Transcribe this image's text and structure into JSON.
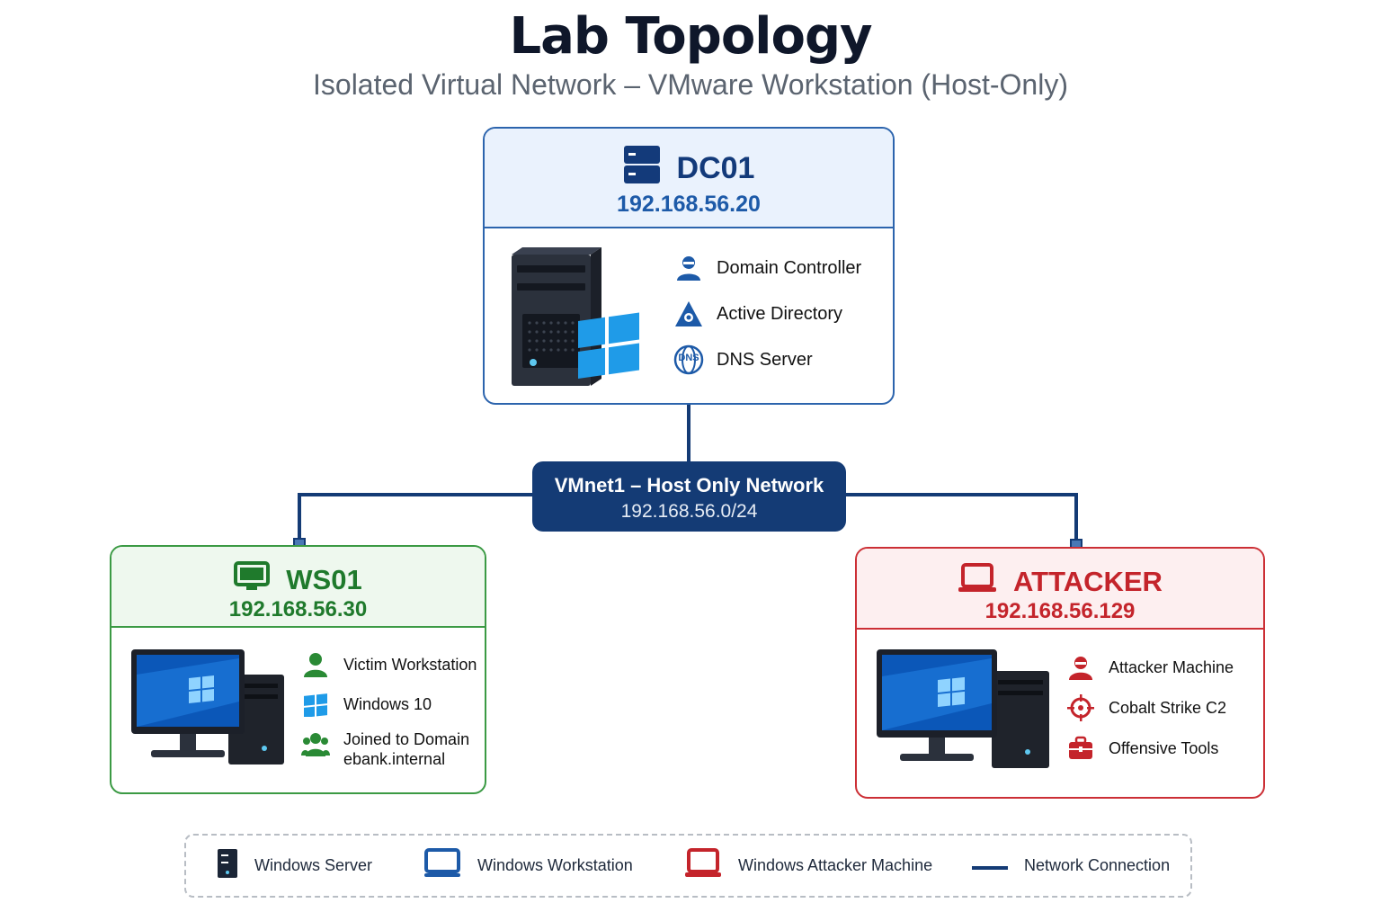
{
  "header": {
    "title": "Lab Topology",
    "subtitle": "Isolated Virtual Network – VMware Workstation (Host-Only)"
  },
  "network": {
    "title": "VMnet1 – Host Only Network",
    "subnet": "192.168.56.0/24",
    "color": "#143b75"
  },
  "nodes": {
    "dc01": {
      "name": "DC01",
      "ip": "192.168.56.20",
      "color": "#2c64ad",
      "icon": "server-icon",
      "features": [
        {
          "label": "Domain Controller",
          "icon": "admin-user-icon"
        },
        {
          "label": "Active Directory",
          "icon": "active-directory-icon"
        },
        {
          "label": "DNS Server",
          "icon": "dns-globe-icon",
          "icon_text": "DNS"
        }
      ]
    },
    "ws01": {
      "name": "WS01",
      "ip": "192.168.56.30",
      "color": "#3b9a44",
      "icon": "monitor-icon",
      "features": [
        {
          "label": "Victim Workstation",
          "icon": "user-icon"
        },
        {
          "label": "Windows 10",
          "icon": "windows-logo-icon"
        },
        {
          "label": "Joined to Domain",
          "label2": "ebank.internal",
          "icon": "users-group-icon"
        }
      ]
    },
    "attacker": {
      "name": "ATTACKER",
      "ip": "192.168.56.129",
      "color": "#cc2f35",
      "icon": "laptop-icon",
      "features": [
        {
          "label": "Attacker Machine",
          "icon": "hacker-icon"
        },
        {
          "label": "Cobalt Strike C2",
          "icon": "crosshair-icon"
        },
        {
          "label": "Offensive Tools",
          "icon": "toolbox-icon"
        }
      ]
    }
  },
  "legend": [
    {
      "label": "Windows Server",
      "icon": "server-icon"
    },
    {
      "label": "Windows Workstation",
      "icon": "monitor-icon"
    },
    {
      "label": "Windows Attacker Machine",
      "icon": "laptop-icon"
    },
    {
      "label": "Network Connection",
      "icon": "line-icon"
    }
  ]
}
